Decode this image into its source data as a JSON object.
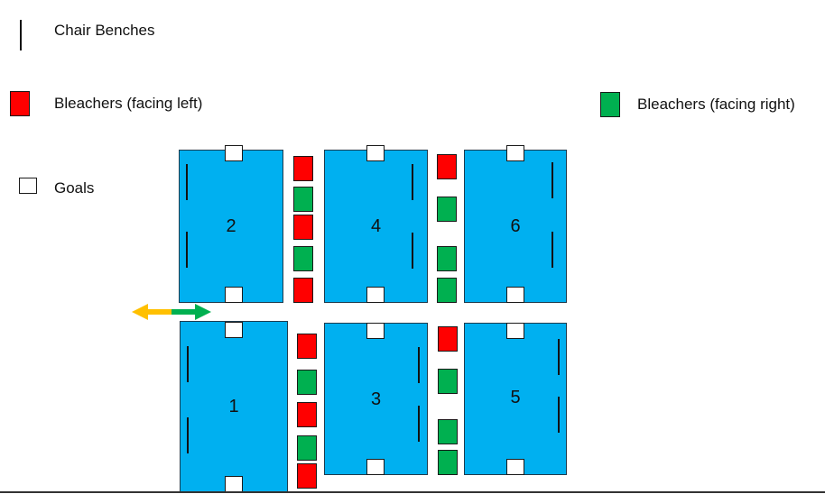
{
  "legend": {
    "chair_benches": "Chair Benches",
    "bleachers_left": "Bleachers (facing left)",
    "bleachers_right": "Bleachers (facing right)",
    "goals": "Goals"
  },
  "colors": {
    "field": "#00b0f0",
    "bleacher_left": "#ff0000",
    "bleacher_right": "#00b050",
    "goal": "#ffffff",
    "arrow_left": "#ffc000",
    "arrow_right": "#00b050"
  },
  "fields": {
    "f1": "1",
    "f2": "2",
    "f3": "3",
    "f4": "4",
    "f5": "5",
    "f6": "6"
  }
}
